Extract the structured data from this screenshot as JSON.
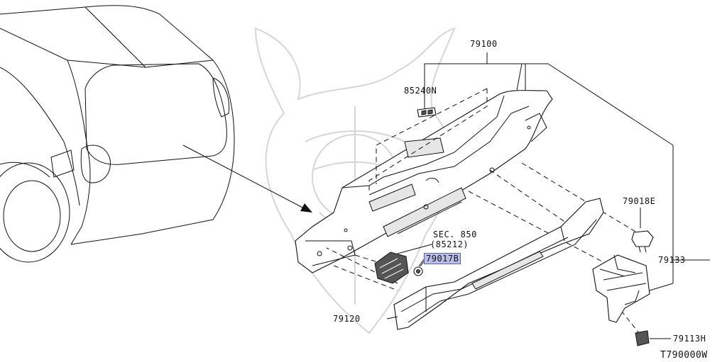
{
  "diagram": {
    "labels": {
      "p79100": "79100",
      "p85240N": "85240N",
      "p79018E": "79018E",
      "sec850": "SEC. 850",
      "p85212": "(85212)",
      "p79017B": "79017B",
      "p79133": "79133",
      "p79120": "79120",
      "p79113H": "79113H",
      "drawing_code": "T790000W"
    },
    "highlight_color": "#b9bfe8"
  }
}
